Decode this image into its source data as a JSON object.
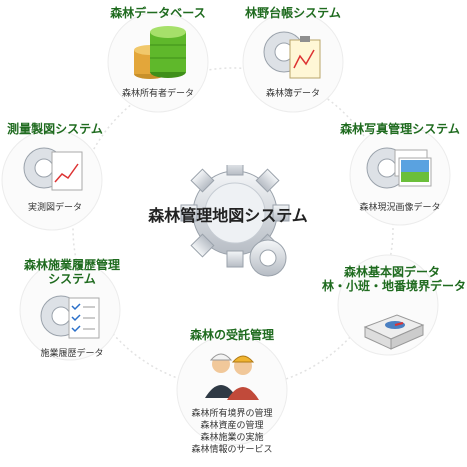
{
  "center": {
    "title": "森林管理地図システム"
  },
  "nodes": [
    {
      "id": "db",
      "title": "森林データベース",
      "sub": [
        "森林所有者データ"
      ],
      "icon": "database-icon"
    },
    {
      "id": "ledger",
      "title": "林野台帳システム",
      "sub": [
        "森林簿データ"
      ],
      "icon": "gear-document-chart-icon"
    },
    {
      "id": "photo",
      "title": "森林写真管理システム",
      "sub": [
        "森林現況画像データ"
      ],
      "icon": "gear-photos-icon"
    },
    {
      "id": "basemap",
      "title": "森林基本図データ",
      "title2": "林・小班・地番境界データ",
      "sub": [],
      "icon": "stack-of-papers-icon"
    },
    {
      "id": "consign",
      "title": "森林の受託管理",
      "sub": [
        "森林所有境界の管理",
        "森林資産の管理",
        "森林施業の実施",
        "森林情報のサービス"
      ],
      "icon": "workers-icon"
    },
    {
      "id": "history",
      "title": "森林施業履歴管理",
      "title2": "システム",
      "sub": [
        "施業履歴データ"
      ],
      "icon": "gear-checklist-icon"
    },
    {
      "id": "survey",
      "title": "測量製図システム",
      "sub": [
        "実測図データ"
      ],
      "icon": "gear-chart-icon"
    }
  ]
}
